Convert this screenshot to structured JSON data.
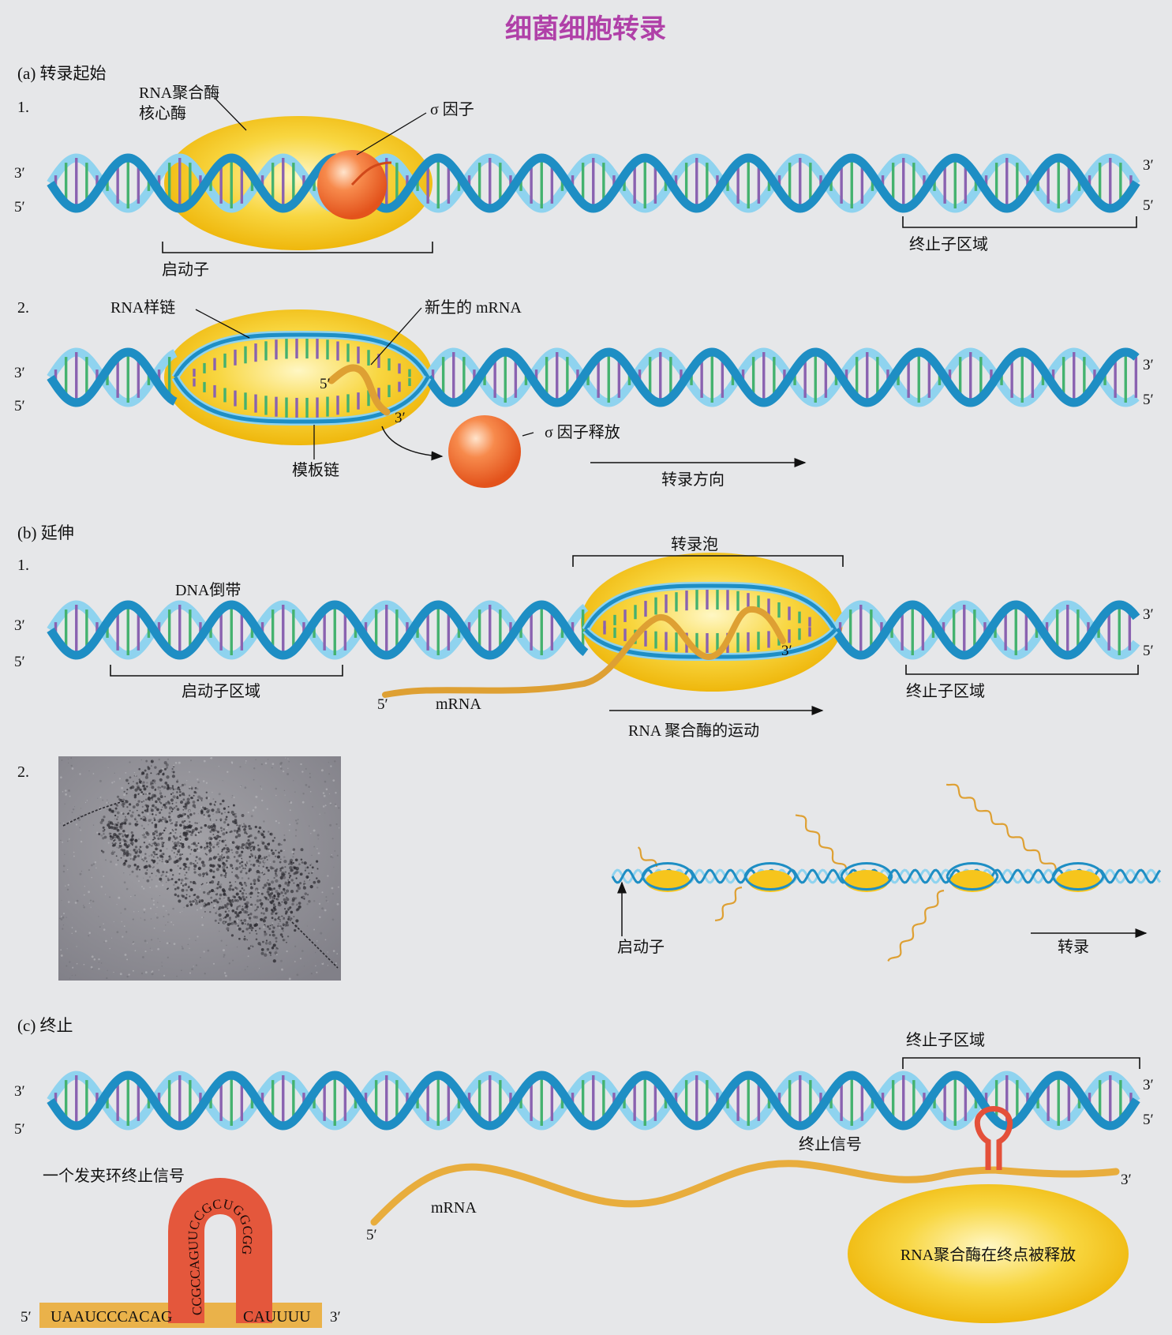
{
  "title": "细菌细胞转录",
  "sections": {
    "a": "(a)  转录起始",
    "b": "(b)  延伸",
    "c": "(c)  终止"
  },
  "steps": {
    "one": "1.",
    "two": "2."
  },
  "ends": {
    "three": "3′",
    "five": "5′"
  },
  "labels": {
    "rna_pol_core_1": "RNA聚合酶",
    "rna_pol_core_2": "核心酶",
    "sigma": "σ 因子",
    "promoter": "启动子",
    "terminator_region": "终止子区域",
    "rna_coding_strand": "RNA样链",
    "nascent_mrna": "新生的 mRNA",
    "template_strand": "模板链",
    "sigma_release": "σ 因子释放",
    "transcription_direction": "转录方向",
    "bubble": "转录泡",
    "dna_rewind": "DNA倒带",
    "promoter_region": "启动子区域",
    "mrna": "mRNA",
    "pol_movement": "RNA 聚合酶的运动",
    "transcription": "转录",
    "termination_signal": "终止信号",
    "hairpin_signal": "一个发夹环终止信号",
    "pol_released": "RNA聚合酶在终点被释放"
  },
  "sequence": {
    "left": "UAAUCCCACAG",
    "loop_up": "CCGCCAGUUCCGCUGGCGG",
    "right": "CAUUUU"
  },
  "colors": {
    "title": "#b040a8",
    "background": "#e6e7e9",
    "dna_dark": "#1e8ec4",
    "dna_light": "#8fd3ef",
    "base_purple": "#8a62b0",
    "base_green": "#44b26e",
    "polymerase": "#f6c51c",
    "sigma": "#f06a2a",
    "mrna": "#dea033",
    "hairpin": "#e45a3c"
  }
}
